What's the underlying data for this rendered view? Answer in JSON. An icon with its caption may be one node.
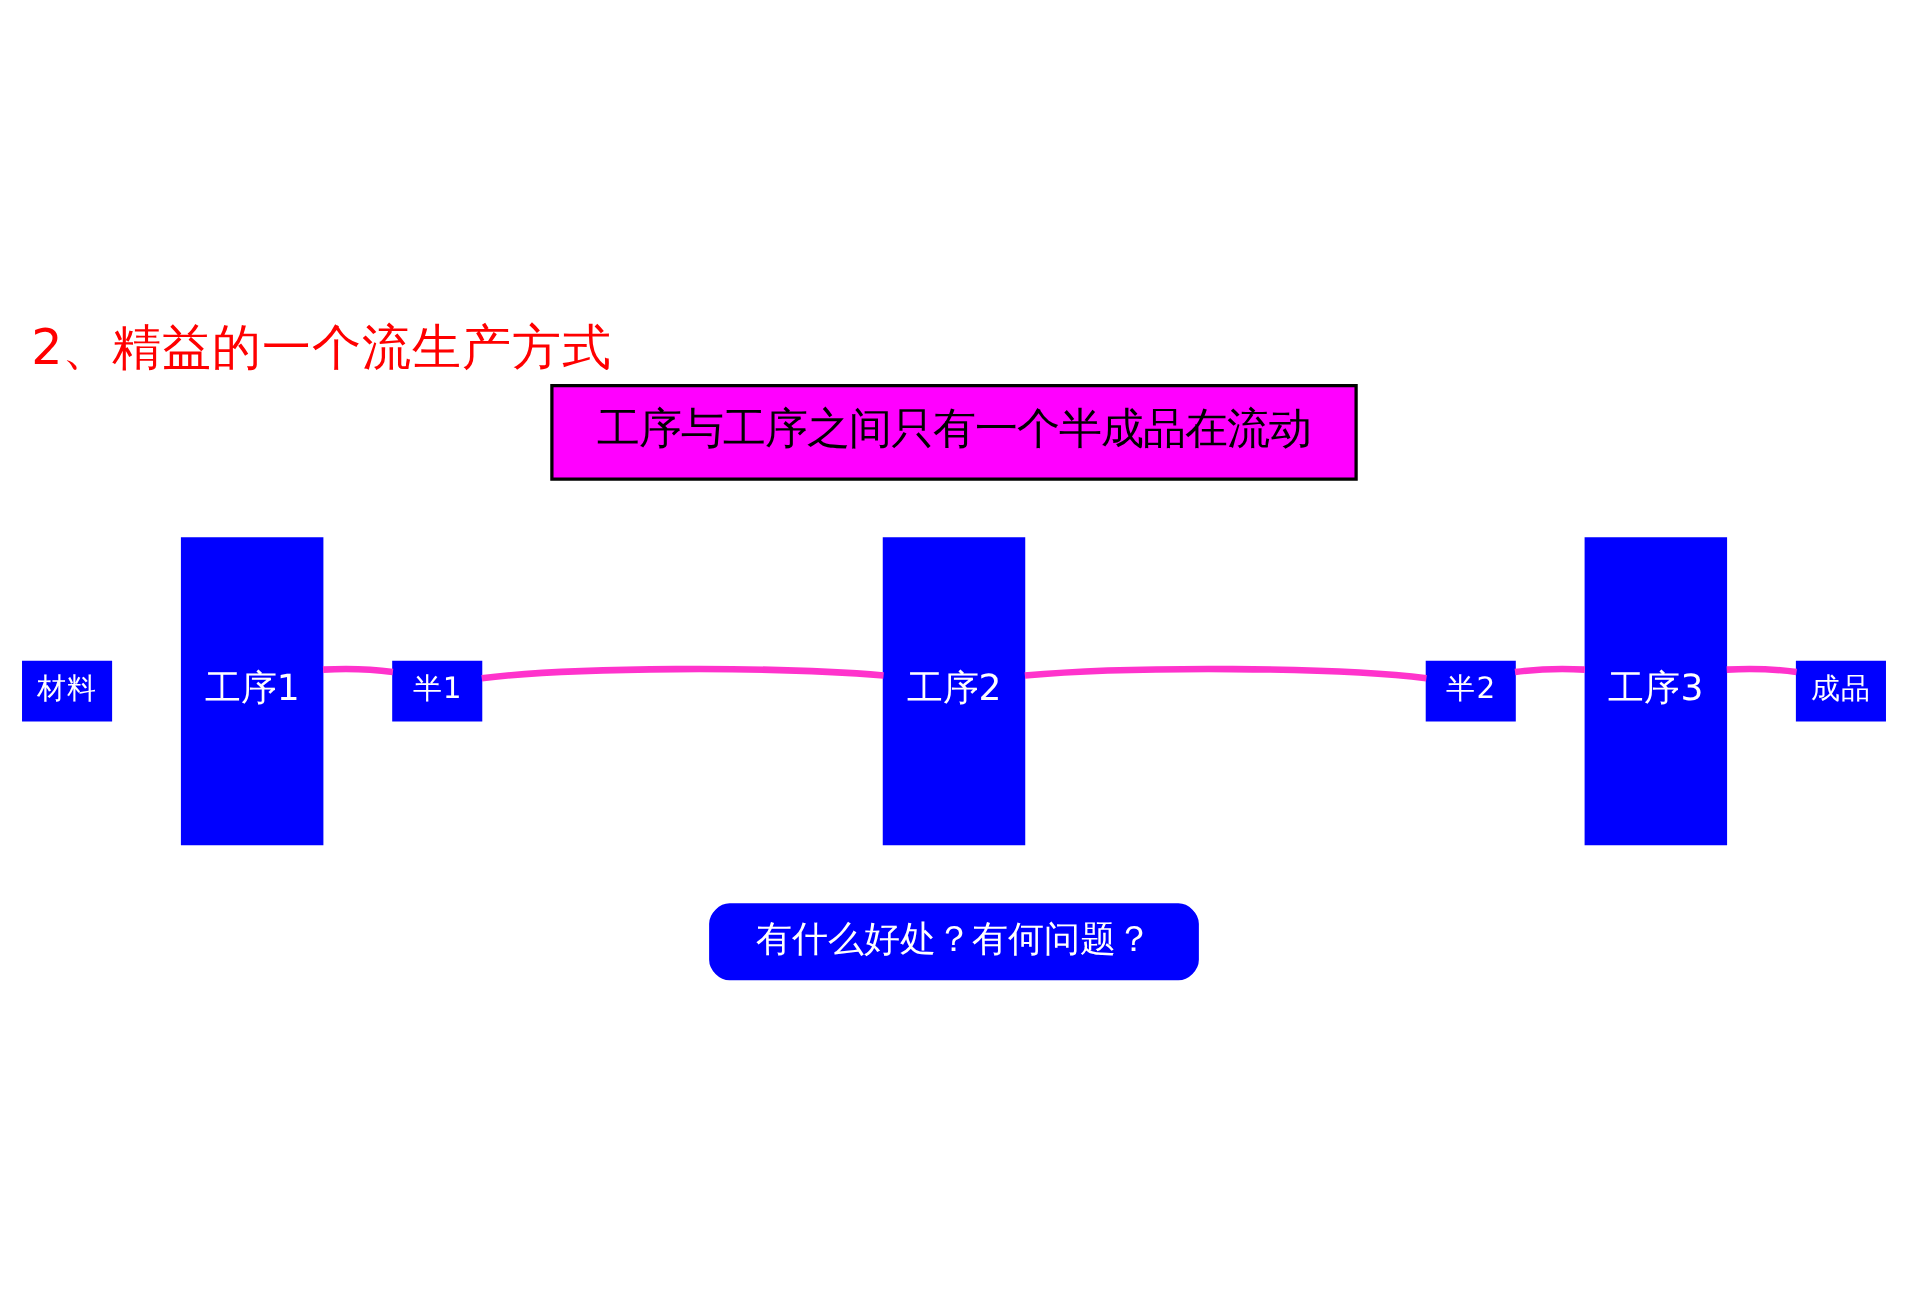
{
  "diagram": {
    "title": "2、精益的一个流生产方式",
    "nodes": [
      {
        "text": [
          "工序与工序之间只有一个半成品在流动"
        ]
      },
      {
        "text": [
          "材料"
        ]
      },
      {
        "text": [
          "工序1"
        ]
      },
      {
        "text": [
          "半1"
        ]
      },
      {
        "text": [
          "工序2"
        ]
      },
      {
        "text": [
          "半2"
        ]
      },
      {
        "text": [
          "工序3"
        ]
      },
      {
        "text": [
          "成品"
        ]
      },
      {
        "text": [
          "有什么好处？有何问题？"
        ]
      }
    ],
    "edges": [
      {
        "from": 2,
        "to": 3,
        "arrow": "none"
      },
      {
        "from": 3,
        "to": 4,
        "arrow": "none"
      },
      {
        "from": 4,
        "to": 5,
        "arrow": "none"
      },
      {
        "from": 5,
        "to": 6,
        "arrow": "none"
      },
      {
        "from": 6,
        "to": 7,
        "arrow": "none"
      }
    ]
  }
}
